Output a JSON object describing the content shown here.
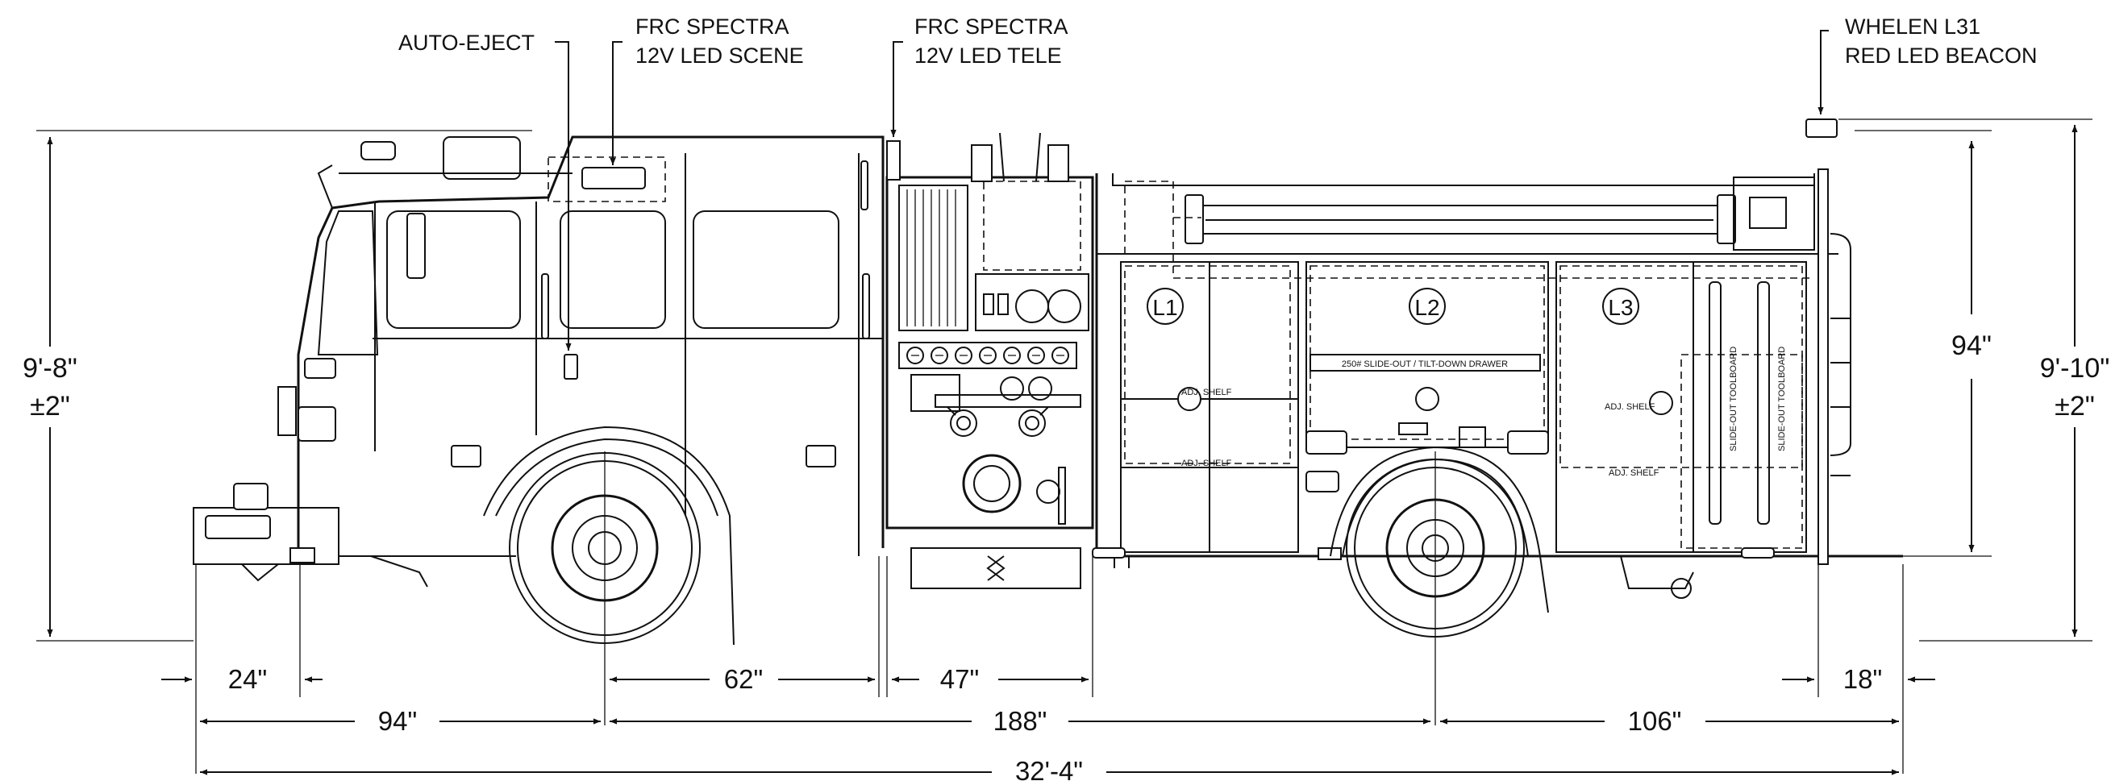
{
  "callouts": {
    "auto_eject": "AUTO-EJECT",
    "scene_light_line1": "FRC SPECTRA",
    "scene_light_line2": "12V LED SCENE",
    "tele_light_line1": "FRC SPECTRA",
    "tele_light_line2": "12V LED TELE",
    "beacon_line1": "WHELEN L31",
    "beacon_line2": "RED LED BEACON"
  },
  "compartments": {
    "l1": "L1",
    "l2": "L2",
    "l3": "L3",
    "drawer": "250# SLIDE-OUT / TILT-DOWN DRAWER",
    "adj_shelf_1": "ADJ. SHELF",
    "adj_shelf_2": "ADJ. SHELF",
    "adj_shelf_3": "ADJ. SHELF",
    "adj_shelf_4": "ADJ. SHELF",
    "toolboard_1": "SLIDE-OUT TOOLBOARD",
    "toolboard_2": "SLIDE-OUT TOOLBOARD"
  },
  "dimensions": {
    "cab_height_line1": "9'-8\"",
    "cab_height_line2": "±2\"",
    "body_height": "94\"",
    "overall_height_line1": "9'-10\"",
    "overall_height_line2": "±2\"",
    "front_overhang": "24\"",
    "front_axle_to_pump": "62\"",
    "pump_width": "47\"",
    "rear_overhang_beacon": "18\"",
    "front_bumper_to_axle": "94\"",
    "wheelbase": "188\"",
    "rear_overhang": "106\"",
    "overall_length": "32'-4\""
  }
}
